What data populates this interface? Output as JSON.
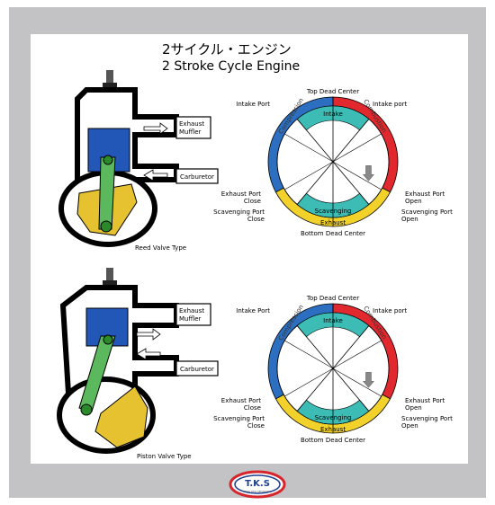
{
  "title": {
    "jp": "2サイクル・エンジン",
    "en": "2 Stroke Cycle Engine"
  },
  "engines": [
    {
      "caption": "Reed Valve Type",
      "exhaust_label": "Exhaust\nMuffler",
      "carb_label": "Carburetor"
    },
    {
      "caption": "Piston Valve Type",
      "exhaust_label": "Exhaust\nMuffler",
      "carb_label": "Carburetor"
    }
  ],
  "cycles": [
    {
      "top": "Top Dead Center",
      "bottom": "Bottom Dead Center",
      "intake_port_left": "Intake Port",
      "intake_port_right": "Intake port",
      "intake": "Intake",
      "compression": "Compression",
      "combustion": "Combustion",
      "scavenging": "Scavenging",
      "exhaust": "Exhaust",
      "exhaust_port_close": "Exhaust Port Close",
      "scavenging_port_close": "Scavenging Port Close",
      "exhaust_port_open": "Exhaust Port Open",
      "scavenging_port_open": "Scavenging Port Open"
    },
    {
      "top": "Top Dead Center",
      "bottom": "Bottom Dead Center",
      "intake_port_left": "Intake Port",
      "intake_port_right": "Intake port",
      "intake": "Intake",
      "compression": "Compression",
      "combustion": "Combustion",
      "scavenging": "Scavenging",
      "exhaust": "Exhaust",
      "exhaust_port_close": "Exhaust Port Close",
      "scavenging_port_close": "Scavenging Port Close",
      "exhaust_port_open": "Exhaust Port Open",
      "scavenging_port_open": "Scavenging Port Open"
    }
  ],
  "logo": {
    "text": "T.K.S",
    "subtext": "TOKYO KIKAI SEISAKUSHO"
  },
  "colors": {
    "compression": "#2c6fc0",
    "combustion": "#e0282e",
    "exhaust_scav": "#f2d22a",
    "intake": "#3cbcb4",
    "engine_blue": "#2257b8",
    "rod_green": "#5cb85c",
    "crank_yellow": "#e6c231"
  }
}
